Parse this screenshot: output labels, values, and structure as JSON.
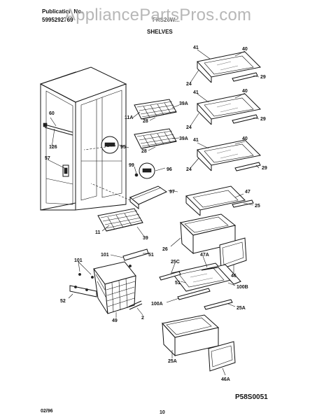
{
  "header": {
    "publication_label": "Publication No.",
    "publication_number": "5995292769",
    "model_code": "FRS26W...",
    "watermark": "AppliancePartsPros.com",
    "section_title": "SHELVES"
  },
  "footer": {
    "date": "02/96",
    "page_number": "10",
    "diagram_code": "P58S0051"
  },
  "part_labels": {
    "p41a": "41",
    "p40a": "40",
    "p24a": "24",
    "p29a": "29",
    "p41b": "41",
    "p40b": "40",
    "p24b": "24",
    "p29b": "29",
    "p41c": "41",
    "p40c": "40",
    "p24c": "24",
    "p29c": "29",
    "p60": "60",
    "p126": "126",
    "p57": "57",
    "p11A": "11A",
    "p28a": "28",
    "p39A_a": "39A",
    "p95": "95",
    "p28b": "28",
    "p39A_b": "39A",
    "p99": "99",
    "p96": "96",
    "p97": "97",
    "p47": "47",
    "p25": "25",
    "p11": "11",
    "p39": "39",
    "p26": "26",
    "p46": "46",
    "p101a": "101",
    "p51a": "51",
    "p101b": "101",
    "p25C": "25C",
    "p47A": "47A",
    "p51b": "51",
    "p100B": "100B",
    "p52": "52",
    "p49": "49",
    "p2": "2",
    "p100A": "100A",
    "p25A_a": "25A",
    "p25A_b": "25A",
    "p46A": "46A"
  }
}
